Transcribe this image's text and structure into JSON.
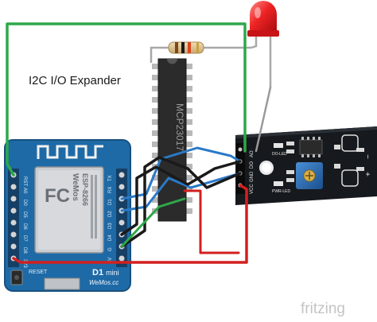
{
  "diagram": {
    "title": "I2C I/O Expander",
    "chip_label": "MCP23017",
    "board": {
      "name_main": "D1",
      "name_sub": "mini",
      "vendor": "WeMos.cc",
      "reset_label": "RESET",
      "module": {
        "brand": "WeMos",
        "model": "ESP-8266",
        "fcc": "FC"
      },
      "left_pins": [
        "RST",
        "A0",
        "D0",
        "D5",
        "D6",
        "D7",
        "D8",
        "3V3"
      ],
      "right_pins": [
        "TX",
        "RX",
        "D1",
        "D2",
        "D3",
        "D4",
        "G",
        "5V"
      ]
    },
    "sensor": {
      "pin_labels": [
        "AO",
        "DO",
        "GND",
        "VCC"
      ],
      "led_labels": [
        "DO-LED",
        "PWR-LED"
      ],
      "edge_marks": [
        "−",
        "+"
      ]
    },
    "led_color": "#e8141c",
    "resistor_label": "",
    "watermark": "fritzing",
    "colors": {
      "board": "#1e6aa6",
      "board_dark": "#17507f",
      "sensor_board": "#16191d",
      "wire_green": "#2ea84a",
      "wire_red": "#d2201f",
      "wire_black": "#1a1a1a",
      "wire_blue": "#2a7ac8",
      "wire_grey": "#9a9a9a"
    }
  }
}
